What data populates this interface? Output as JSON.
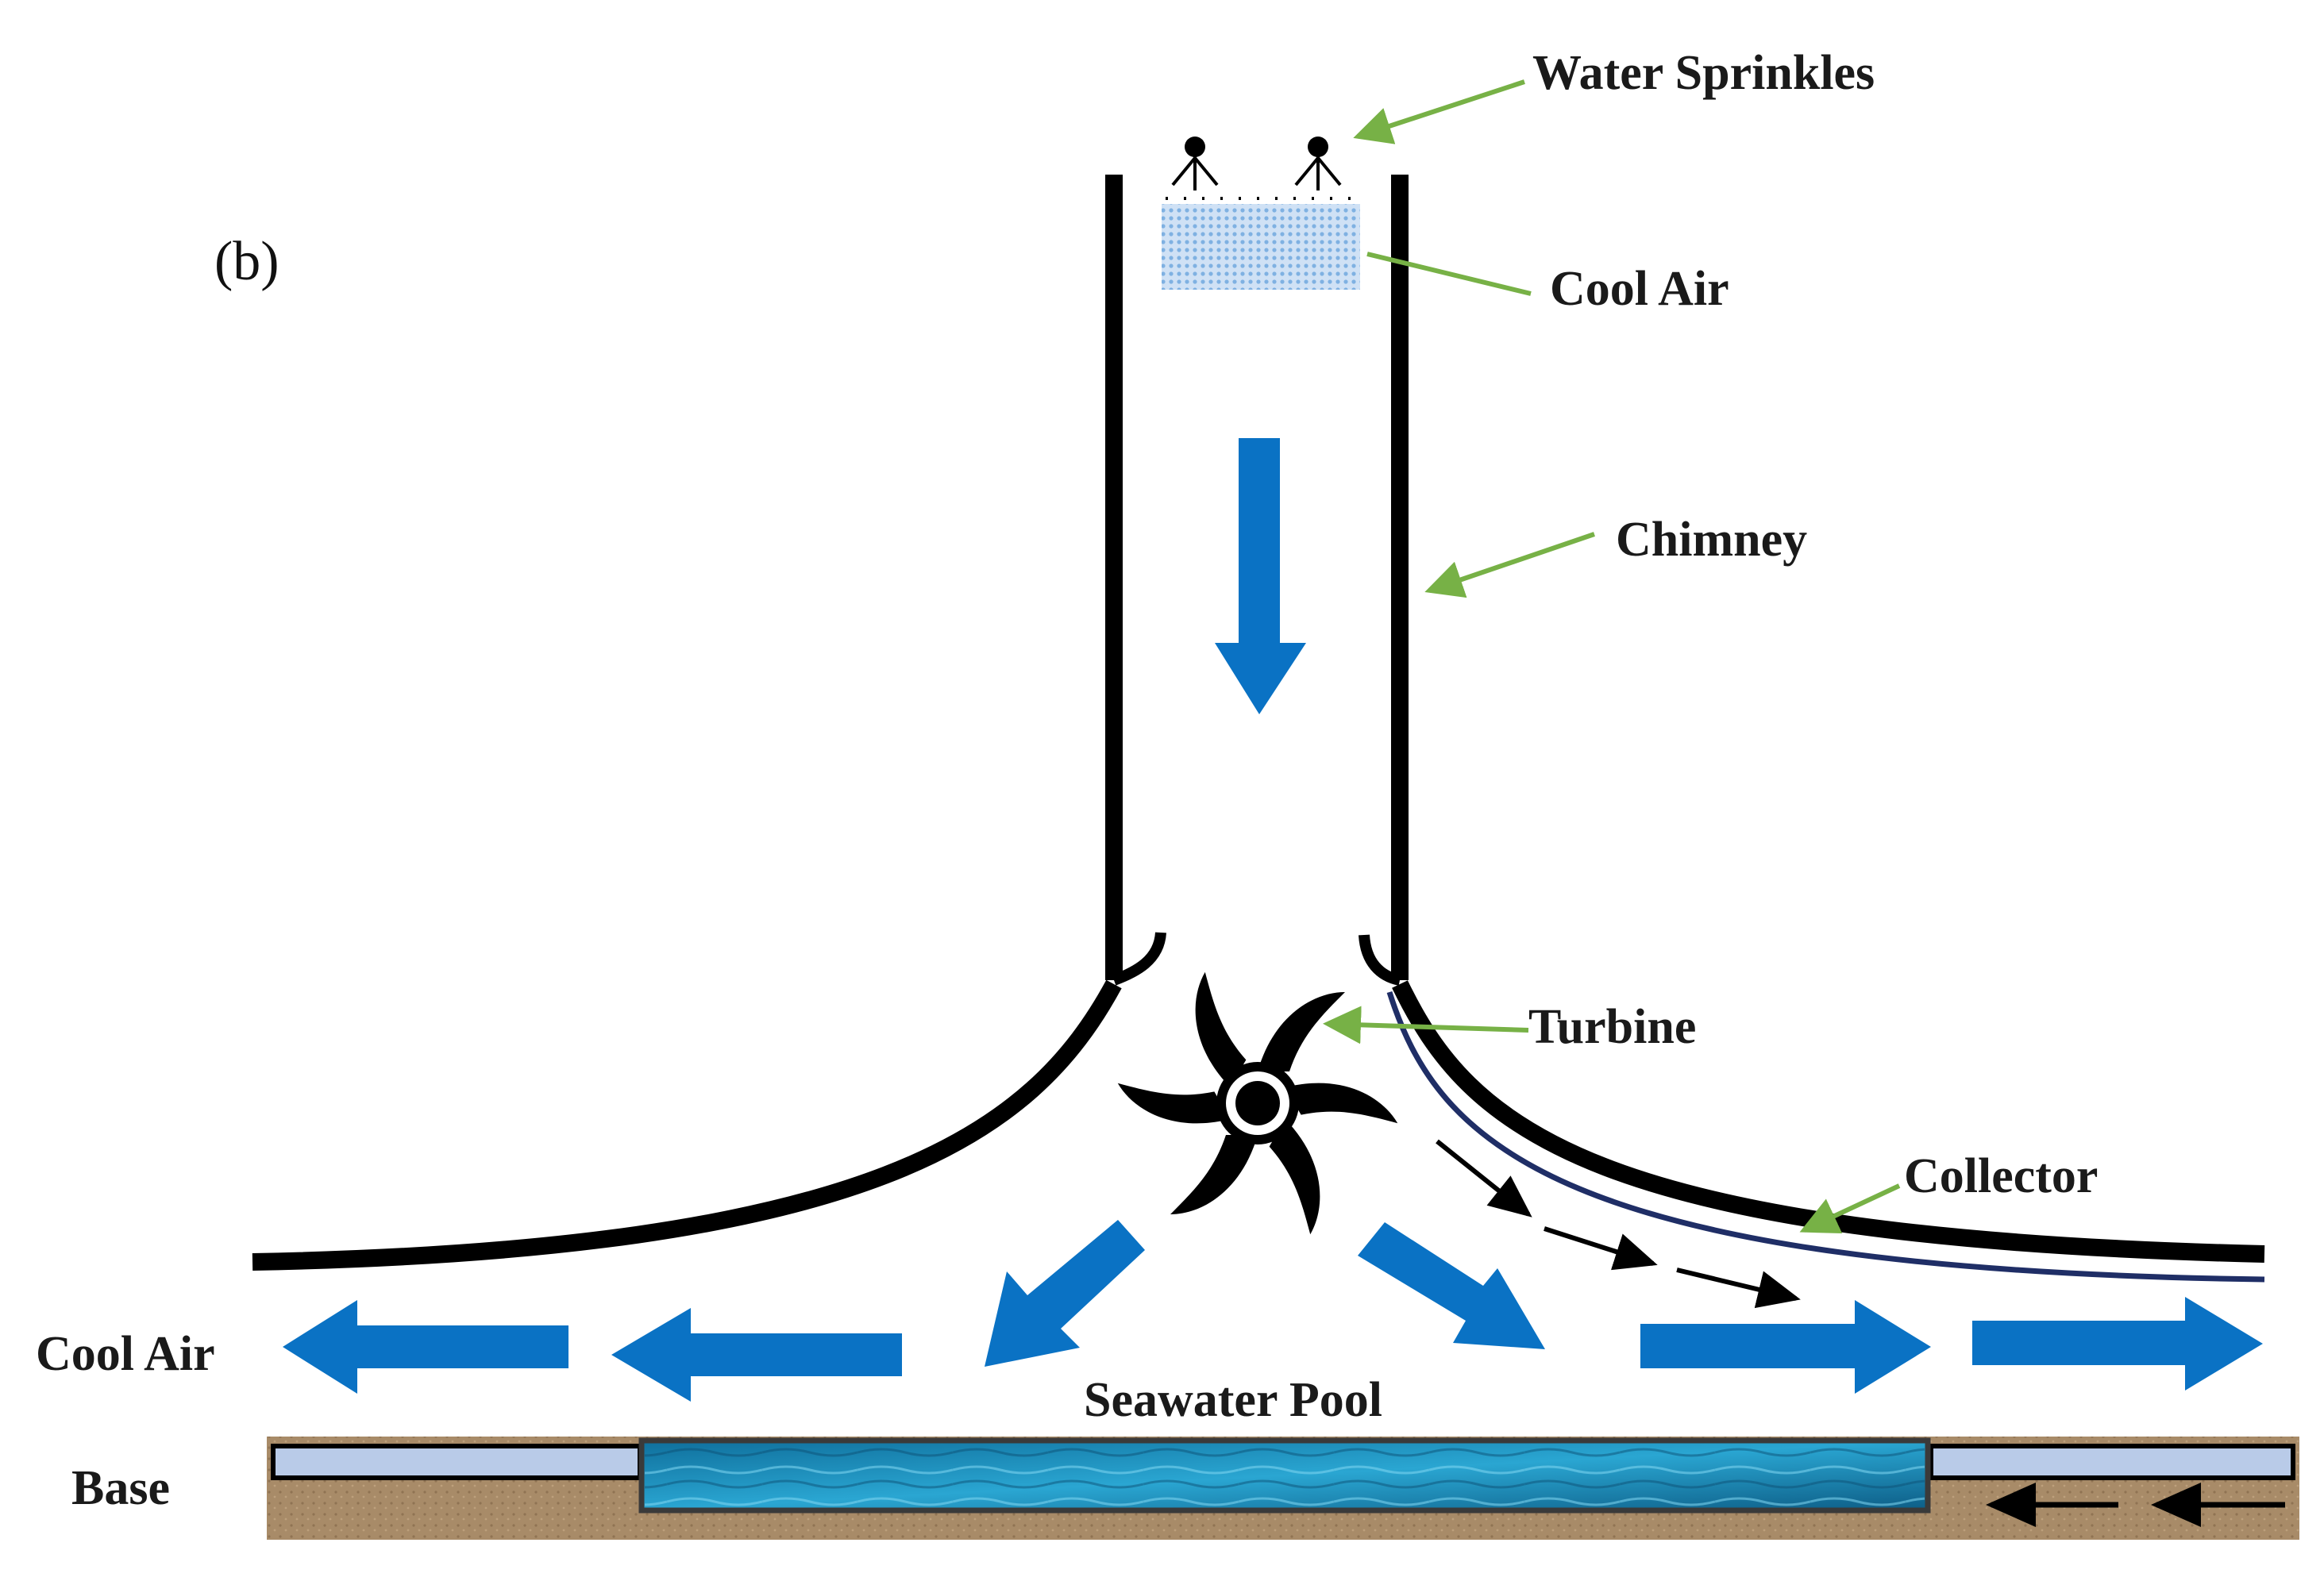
{
  "panel_label": "(b)",
  "labels": {
    "water_sprinkles": "Water Sprinkles",
    "cool_air_top": "Cool Air",
    "chimney": "Chimney",
    "turbine": "Turbine",
    "collector": "Collector",
    "cool_air_left": "Cool Air",
    "seawater_pool": "Seawater Pool",
    "base": "Base"
  },
  "colors": {
    "flow_arrow": "#0a72c4",
    "leader_line": "#77b146",
    "structure": "#000000",
    "collector_inner_line": "#1f2e66",
    "cool_air_zone": "#a9cbed",
    "pool_water": "#1a8fbf",
    "base_ground": "#a88b68",
    "base_panel": "#b9cbe8"
  },
  "icons": [
    "sprinkler-icon",
    "turbine-icon"
  ]
}
